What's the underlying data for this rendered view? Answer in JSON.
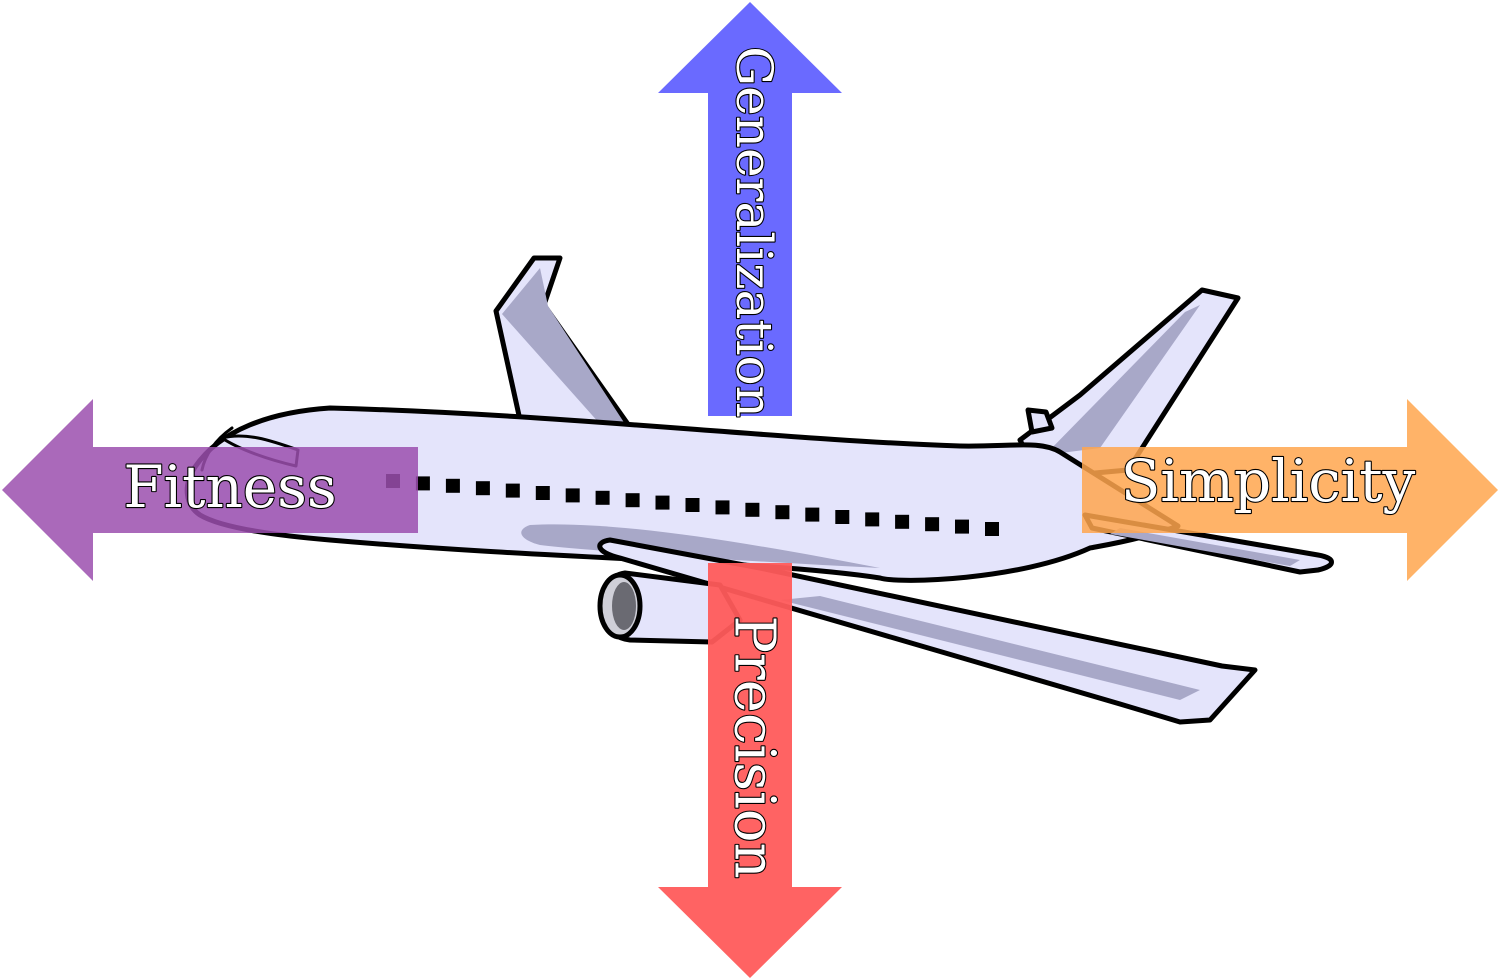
{
  "arrows": {
    "fitness": {
      "label": "Fitness",
      "color": "#9b4fae"
    },
    "simplicity": {
      "label": "Simplicity",
      "color": "#ffa64d"
    },
    "generalization": {
      "label": "Generalization",
      "color": "#6262ff"
    },
    "precision": {
      "label": "Precision",
      "color": "#ff5b5b"
    }
  },
  "airplane": {
    "body_color": "#e4e4fb",
    "shadow_color": "#a8a8c8",
    "outline_color": "#000000"
  },
  "icons": [
    "airplane-icon"
  ]
}
